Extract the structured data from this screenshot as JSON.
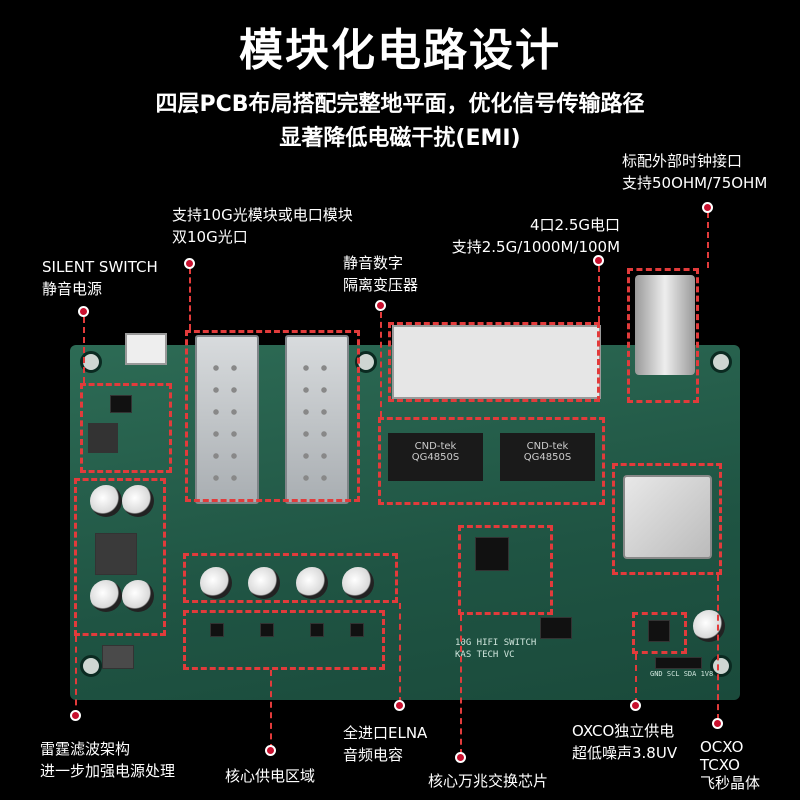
{
  "heading": {
    "title": "模块化电路设计",
    "subtitle_line1": "四层PCB布局搭配完整地平面，优化信号传输路径",
    "subtitle_line2": "显著降低电磁干扰(EMI)"
  },
  "callouts": {
    "silent_switch": {
      "line1": "SILENT SWITCH",
      "line2": "静音电源"
    },
    "optical": {
      "line1": "支持10G光模块或电口模块",
      "line2": "双10G光口"
    },
    "isolation": {
      "line1": "静音数字",
      "line2": "隔离变压器"
    },
    "ports_25g": {
      "line1": "4口2.5G电口",
      "line2": "支持2.5G/1000M/100M"
    },
    "clock": {
      "line1": "标配外部时钟接口",
      "line2": "支持50OHM/75OHM"
    },
    "filter": {
      "line1": "雷霆滤波架构",
      "line2": "进一步加强电源处理"
    },
    "core_power": {
      "line1": "核心供电区域"
    },
    "elna": {
      "line1": "全进口ELNA",
      "line2": "音频电容"
    },
    "switch_chip": {
      "line1": "核心万兆交换芯片"
    },
    "ocxo_power": {
      "line1": "OXCO独立供电",
      "line2": "超低噪声3.8UV"
    },
    "crystal": {
      "line1": "OCXO",
      "line2": "TCXO",
      "line3": "飞秒晶体"
    }
  },
  "board_text": {
    "silk": "10G HIFI SWITCH",
    "silk2": "KAS TECH  VC",
    "xfmr1": "CND-tek",
    "xfmr1b": "QG4850S",
    "xfmr2": "CND-tek",
    "xfmr2b": "QG4850S",
    "header_pins": "GND SCL SDA 1V8"
  },
  "colors": {
    "accent": "#e23b3b",
    "board": "#1f5443"
  }
}
